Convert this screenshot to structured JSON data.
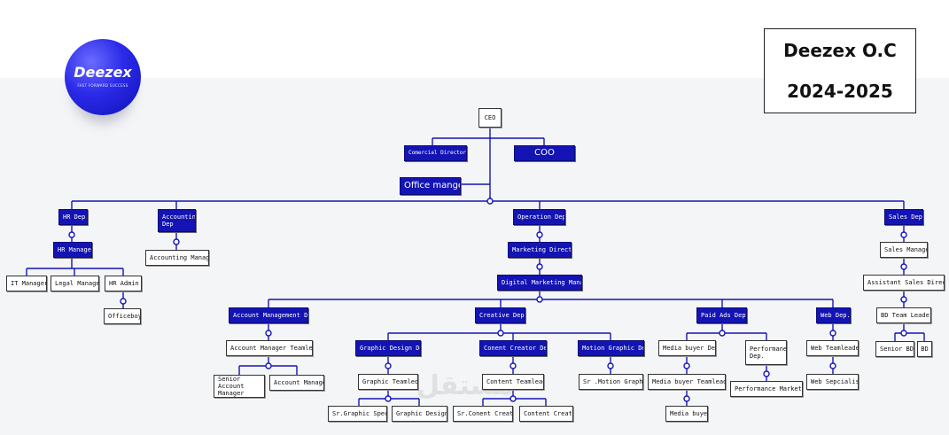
{
  "title": {
    "line1": "Deezex O.C",
    "line2": "2024-2025"
  },
  "logo": {
    "text": "Deezex",
    "tagline": "FAST FORWARD SUCCESS"
  },
  "watermark": "مستقل",
  "nodes": {
    "ceo": "CEO",
    "commercial": "Comercial Director",
    "coo": "COO",
    "office": "Office manger",
    "hr_dep": "HR Dep.",
    "accounting_dep": "Accounting Dep",
    "operation_dep": "Operation Dep.",
    "sales_dep": "Sales Dep.",
    "hr_manager": "HR Manager",
    "accounting_manager": "Accounting Manager",
    "it_manager": "IT Manager",
    "legal_manager": "Legal Manager",
    "hr_admin": "HR Admin",
    "officeboy": "Officeboy",
    "marketing_director": "Marketing Director",
    "digital_marketing_manager": "Digital Marketing Manager",
    "account_mgmt_dep": "Account Management Dep.",
    "creative_dep": "Creative Dep.",
    "paid_ads_dep": "Paid Ads Dep.",
    "web_dep": "Web Dep.",
    "account_manager_teamleader": "Account Manager Teamleader",
    "senior_account_manager": "Senior Account Manager",
    "account_manager": "Account Manager",
    "graphic_design_dep": "Graphic Design Dep.",
    "content_creator_dep": "Conent Creator Dep.",
    "motion_graphic_dep": "Motion Graphic Dep.",
    "graphic_teamleader": "Graphic Teamleder",
    "content_teamleader": "Content Teamleader",
    "sr_motion_graphic": "Sr .Motion Graphic",
    "sr_graphic_spec": "Sr.Graphic Spec.",
    "graphic_designer": "Graphic Designer",
    "sr_content_creator": "Sr.Conent Creator",
    "content_creator": "Content Creator",
    "media_buyer_dep": "Media buyer Dep.",
    "performance_dep": "Performane Dep.",
    "media_buyer_teamleader": "Media buyer Teamleader",
    "performance_marketing": "Performance Marketing",
    "media_buyer": "Media buyer",
    "web_teamleader": "Web Teamleader",
    "web_specialist": "Web Sepcialist",
    "sales_manager": "Sales Manager",
    "assistant_sales_director": "Assistant Sales Director",
    "bd_teamleader": "BD Team Leader",
    "senior_bd": "Senior BD",
    "bd": "BD"
  }
}
